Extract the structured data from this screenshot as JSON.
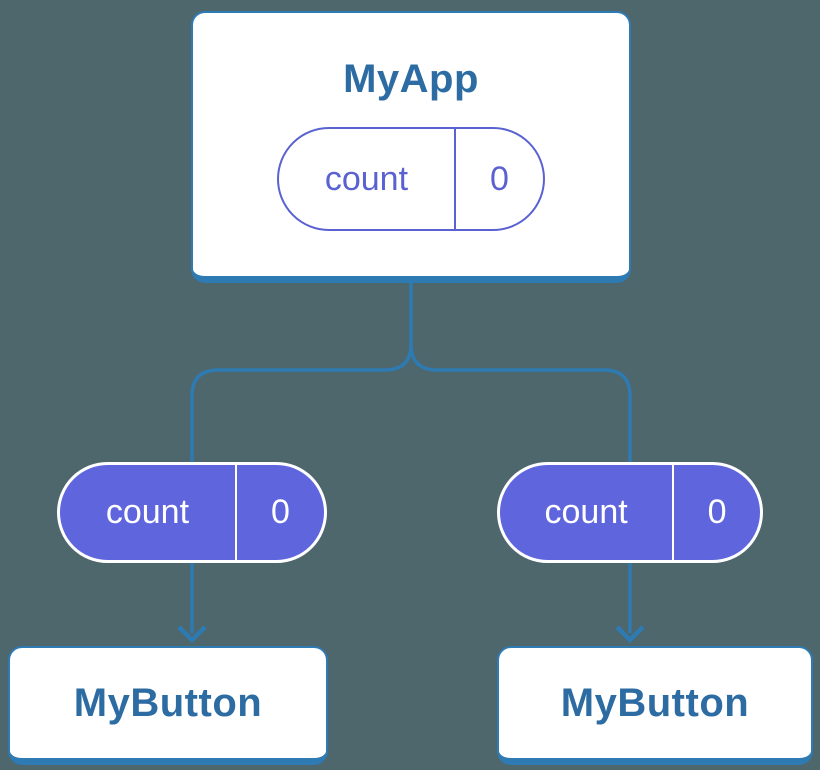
{
  "colors": {
    "background": "#4e676d",
    "line-blue": "#2e7ab3",
    "title-blue": "#2d6ca2",
    "purple": "#5a62d2",
    "purple-fill": "#5f66dd",
    "card-bg": "#ffffff"
  },
  "root_card": {
    "title": "MyApp",
    "state_name": "count",
    "state_value": "0"
  },
  "child_cards": [
    {
      "title": "MyButton",
      "state_name": "count",
      "state_value": "0"
    },
    {
      "title": "MyButton",
      "state_name": "count",
      "state_value": "0"
    }
  ]
}
